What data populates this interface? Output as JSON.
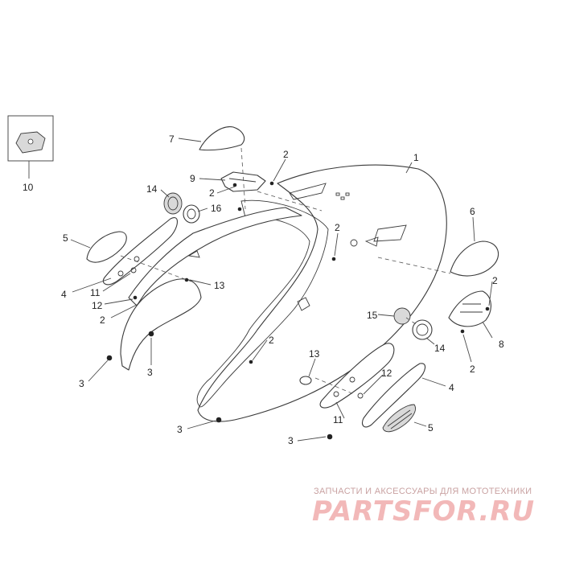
{
  "callouts": {
    "c1": "1",
    "c2": "2",
    "c3": "3",
    "c4": "4",
    "c5": "5",
    "c6": "6",
    "c7": "7",
    "c8": "8",
    "c9": "9",
    "c10": "10",
    "c11": "11",
    "c12": "12",
    "c13": "13",
    "c14": "14",
    "c15": "15",
    "c16": "16"
  },
  "footer": {
    "caption": "ЗАПЧАСТИ И АКСЕССУАРЫ ДЛЯ МОТОТЕХНИКИ",
    "logo": "PARTSFOR.RU"
  }
}
